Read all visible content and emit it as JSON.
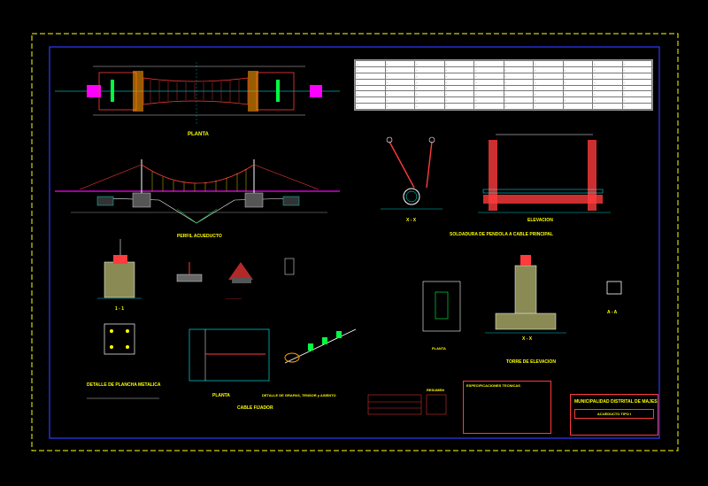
{
  "drawing": {
    "title_block": {
      "municipality": "MUNICIPALIDAD DISTRITAL DE MAJES",
      "project": "ACUEDUCTO TIPO I"
    },
    "views": {
      "planta": "PLANTA",
      "perfil": "PERFIL ACUEDUCTO",
      "section_xx": "X - X",
      "elevacion": "ELEVACION",
      "pendolas": "SOLDADURA DE PENDOLA A CABLE PRINCIPAL",
      "section_11": "1 - 1",
      "detalle_placa": "DETALLE DE PLANCHA METALICA",
      "planta_anclaje": "PLANTA",
      "cable_fijacion": "CABLE FIJADOR",
      "grapas": "DETALLE DE GRAPAS, TENSOR y ASIENTO",
      "torre": "TORRE DE ELEVACION",
      "corte_aa": "A - A",
      "section_xx2": "X - X",
      "especificaciones": "ESPECIFICACIONES TECNICAS",
      "resumen": "RESUMEN"
    },
    "colors": {
      "background": "#000000",
      "border_blue": "#2f3bff",
      "border_yellow": "#ffff00",
      "red": "#ff3b3b",
      "magenta": "#ff00ff",
      "cyan": "#00ffff",
      "green": "#00ff40",
      "white": "#ffffff",
      "orange": "#ff9900"
    }
  }
}
